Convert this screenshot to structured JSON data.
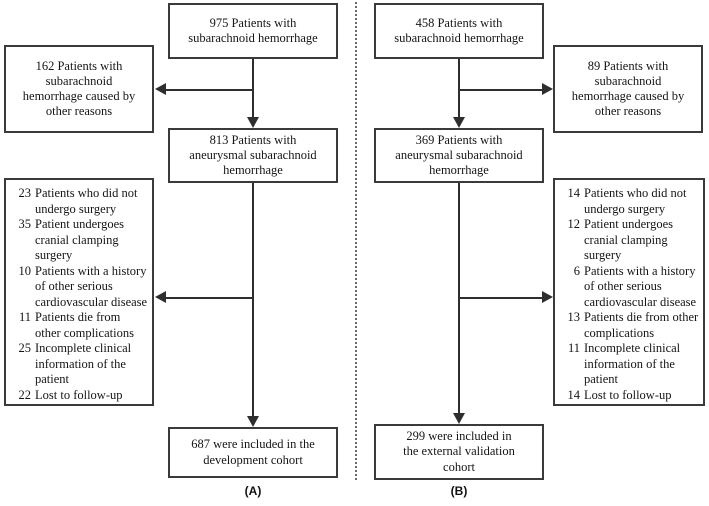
{
  "figure": {
    "type": "flowchart",
    "panels": [
      {
        "id": "A",
        "label": "(A)",
        "side": "left",
        "nodes": {
          "total": "975 Patients with\nsubarachnoid hemorrhage",
          "excluded_cause": "162 Patients with\nsubarachnoid\nhemorrhage caused by\nother reasons",
          "aneurysmal": "813 Patients with\naneurysmal subarachnoid\nhemorrhage",
          "final": "687 were included in the\ndevelopment cohort"
        },
        "exclusions": [
          {
            "count": "23",
            "reason": "Patients who did not undergo surgery"
          },
          {
            "count": "35",
            "reason": "Patient undergoes cranial clamping surgery"
          },
          {
            "count": "10",
            "reason": "Patients with a history of other serious cardiovascular disease"
          },
          {
            "count": "11",
            "reason": "Patients die from other complications"
          },
          {
            "count": "25",
            "reason": "Incomplete clinical information of the patient"
          },
          {
            "count": "22",
            "reason": "Lost to follow-up"
          }
        ]
      },
      {
        "id": "B",
        "label": "(B)",
        "side": "right",
        "nodes": {
          "total": "458 Patients with\nsubarachnoid hemorrhage",
          "excluded_cause": "89 Patients with\nsubarachnoid\nhemorrhage caused by\nother reasons",
          "aneurysmal": "369 Patients with\naneurysmal subarachnoid\nhemorrhage",
          "final": "299 were included in\nthe external validation\ncohort"
        },
        "exclusions": [
          {
            "count": "14",
            "reason": "Patients who did not undergo surgery"
          },
          {
            "count": "12",
            "reason": "Patient undergoes cranial clamping surgery"
          },
          {
            "count": "6",
            "reason": "Patients with a history of other serious cardiovascular disease"
          },
          {
            "count": "13",
            "reason": "Patients die from other complications"
          },
          {
            "count": "11",
            "reason": "Incomplete clinical information of the patient"
          },
          {
            "count": "14",
            "reason": "Lost to follow-up"
          }
        ]
      }
    ],
    "colors": {
      "box_border": "#3a3a3a",
      "connector": "#2e2e2e",
      "divider": "#6a6a6a",
      "background": "#ffffff",
      "text": "#151515"
    }
  }
}
